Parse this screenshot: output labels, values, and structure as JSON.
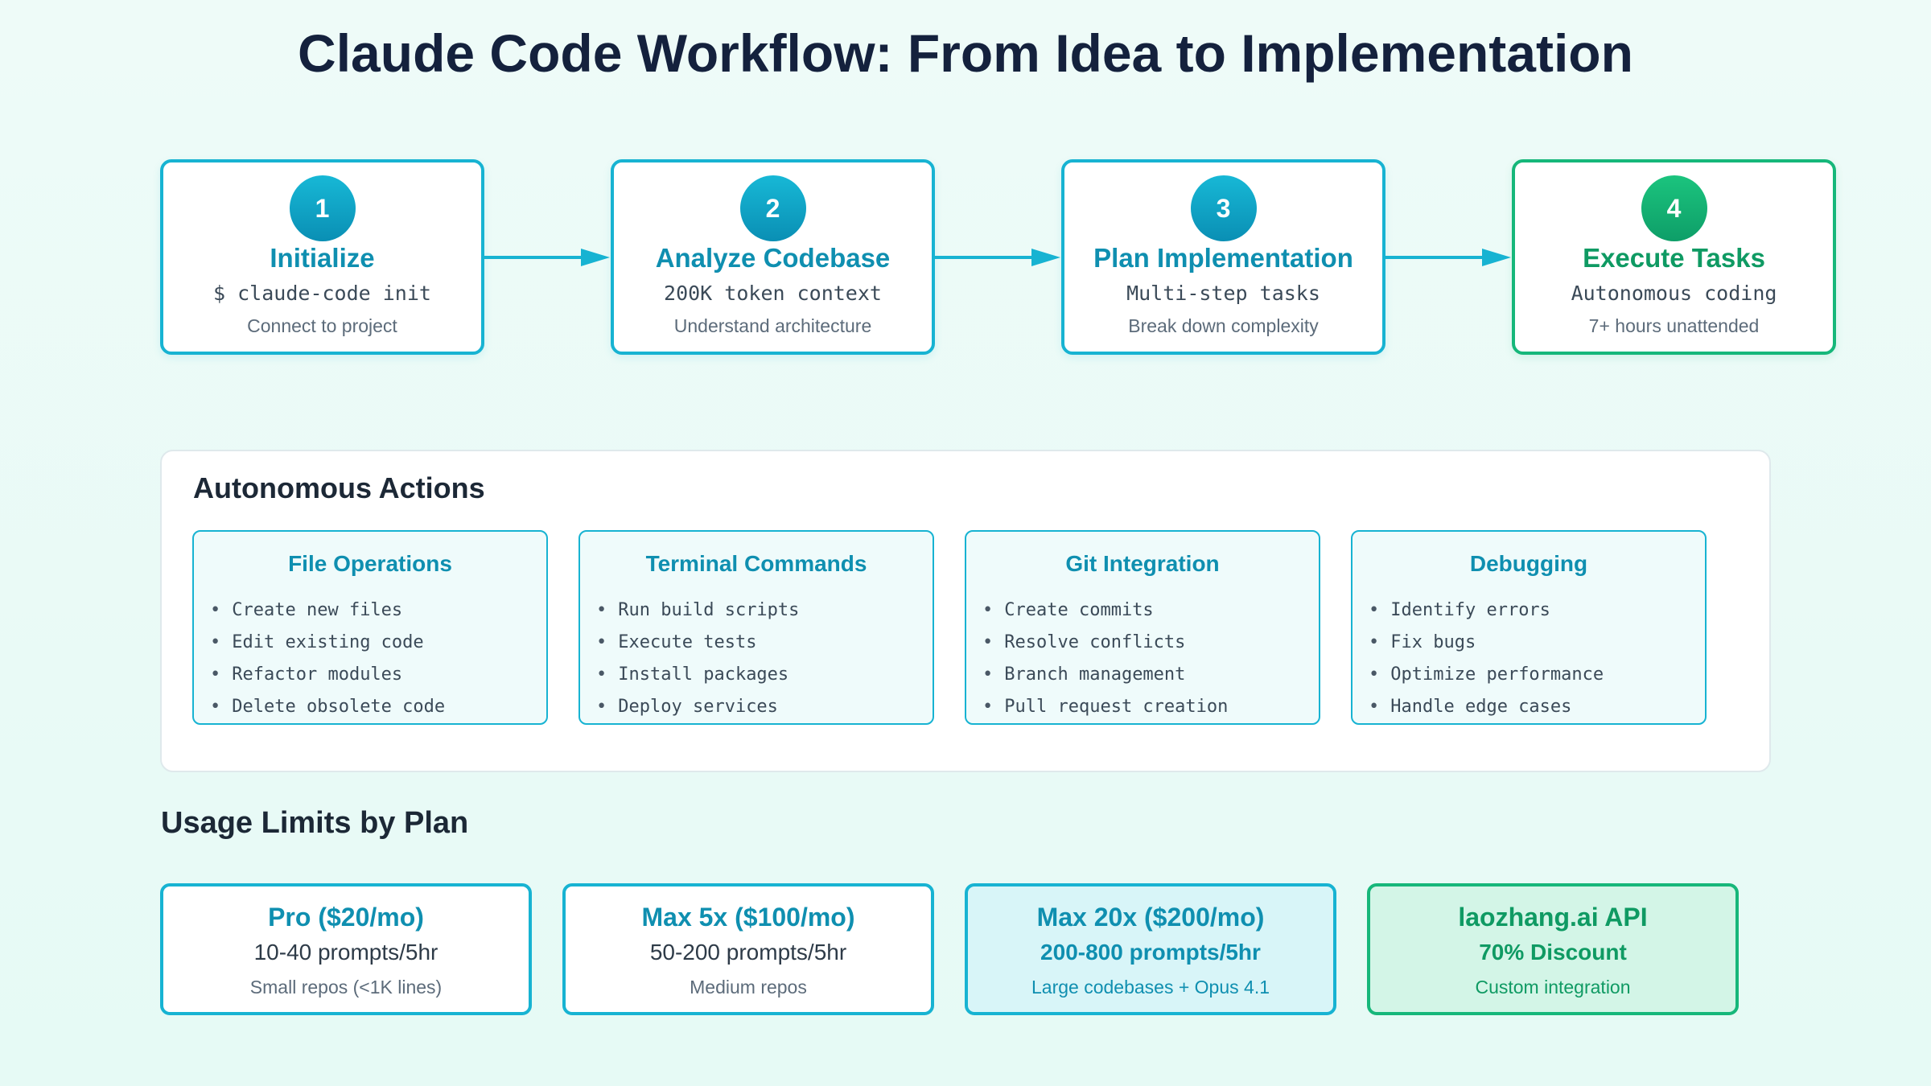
{
  "title": "Claude Code Workflow: From Idea to Implementation",
  "colors": {
    "accent": "#17b3d2",
    "accent_text": "#0f8fb0",
    "success": "#16b77a",
    "success_text": "#0f9a63",
    "heading": "#14213d"
  },
  "steps": [
    {
      "number": "1",
      "title": "Initialize",
      "command": "$ claude-code init",
      "description": "Connect to project"
    },
    {
      "number": "2",
      "title": "Analyze Codebase",
      "command": "200K token context",
      "description": "Understand architecture"
    },
    {
      "number": "3",
      "title": "Plan Implementation",
      "command": "Multi-step tasks",
      "description": "Break down complexity"
    },
    {
      "number": "4",
      "title": "Execute Tasks",
      "command": "Autonomous coding",
      "description": "7+ hours unattended"
    }
  ],
  "actions": {
    "title": "Autonomous Actions",
    "groups": [
      {
        "title": "File Operations",
        "items": [
          "Create new files",
          "Edit existing code",
          "Refactor modules",
          "Delete obsolete code"
        ]
      },
      {
        "title": "Terminal Commands",
        "items": [
          "Run build scripts",
          "Execute tests",
          "Install packages",
          "Deploy services"
        ]
      },
      {
        "title": "Git Integration",
        "items": [
          "Create commits",
          "Resolve conflicts",
          "Branch management",
          "Pull request creation"
        ]
      },
      {
        "title": "Debugging",
        "items": [
          "Identify errors",
          "Fix bugs",
          "Optimize performance",
          "Handle edge cases"
        ]
      }
    ]
  },
  "usage": {
    "title": "Usage Limits by Plan",
    "plans": [
      {
        "name": "Pro ($20/mo)",
        "limit": "10-40 prompts/5hr",
        "note": "Small repos (<1K lines)"
      },
      {
        "name": "Max 5x ($100/mo)",
        "limit": "50-200 prompts/5hr",
        "note": "Medium repos"
      },
      {
        "name": "Max 20x ($200/mo)",
        "limit": "200-800 prompts/5hr",
        "note": "Large codebases + Opus 4.1"
      },
      {
        "name": "laozhang.ai API",
        "limit": "70% Discount",
        "note": "Custom integration"
      }
    ]
  }
}
